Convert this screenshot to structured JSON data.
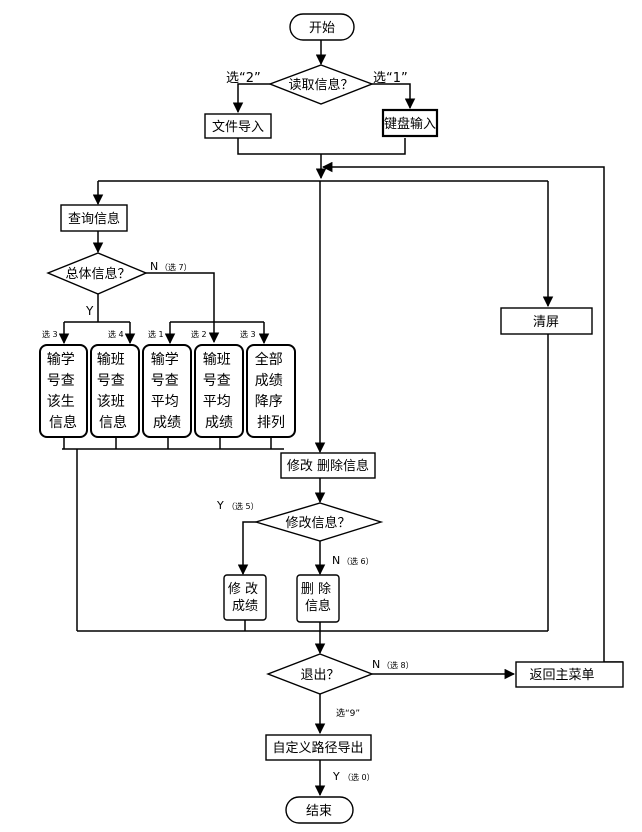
{
  "nodes": {
    "start": "开始",
    "read_info": "读取信息？",
    "file_import": "文件导入",
    "keyboard_input": "键盘输入",
    "query_info": "查询信息",
    "overall_info": "总体信息？",
    "clear_screen": "清屏",
    "by_student_id": [
      "输学",
      "号查",
      "该生",
      "信息"
    ],
    "by_class_id": [
      "输班",
      "号查",
      "该班",
      "信息"
    ],
    "student_avg": [
      "输学",
      "号查",
      "平均",
      "成绩"
    ],
    "class_avg": [
      "输班",
      "号查",
      "平均",
      "成绩"
    ],
    "all_scores_sorted": [
      "全部",
      "成绩",
      "降序",
      "排列"
    ],
    "modify_delete": "修改 删除信息",
    "modify_info": "修改信息？",
    "modify_scores": [
      "修 改",
      "成绩"
    ],
    "delete_info": [
      "删  除",
      "信息"
    ],
    "exit": "退出？",
    "return_menu": "返回主菜单",
    "custom_path_export": "自定义路径导出",
    "end": "结束"
  },
  "labels": {
    "choose2": "选“2”",
    "choose1": "选“1”",
    "n_choose7_n": "N",
    "n_choose7_s": "（选 7）",
    "y_overall": "Y",
    "sel3a": "选 3",
    "sel4": "选 4",
    "sel1": "选 1",
    "sel2": "选 2",
    "sel3b": "选 3",
    "y5_y": "Y",
    "y5_s": "（选 5）",
    "n6_n": "N",
    "n6_s": "（选 6）",
    "n8_n": "N",
    "n8_s": "（选 8）",
    "sel9": "选“9”",
    "y0_y": "Y",
    "y0_s": "（选 0）"
  }
}
